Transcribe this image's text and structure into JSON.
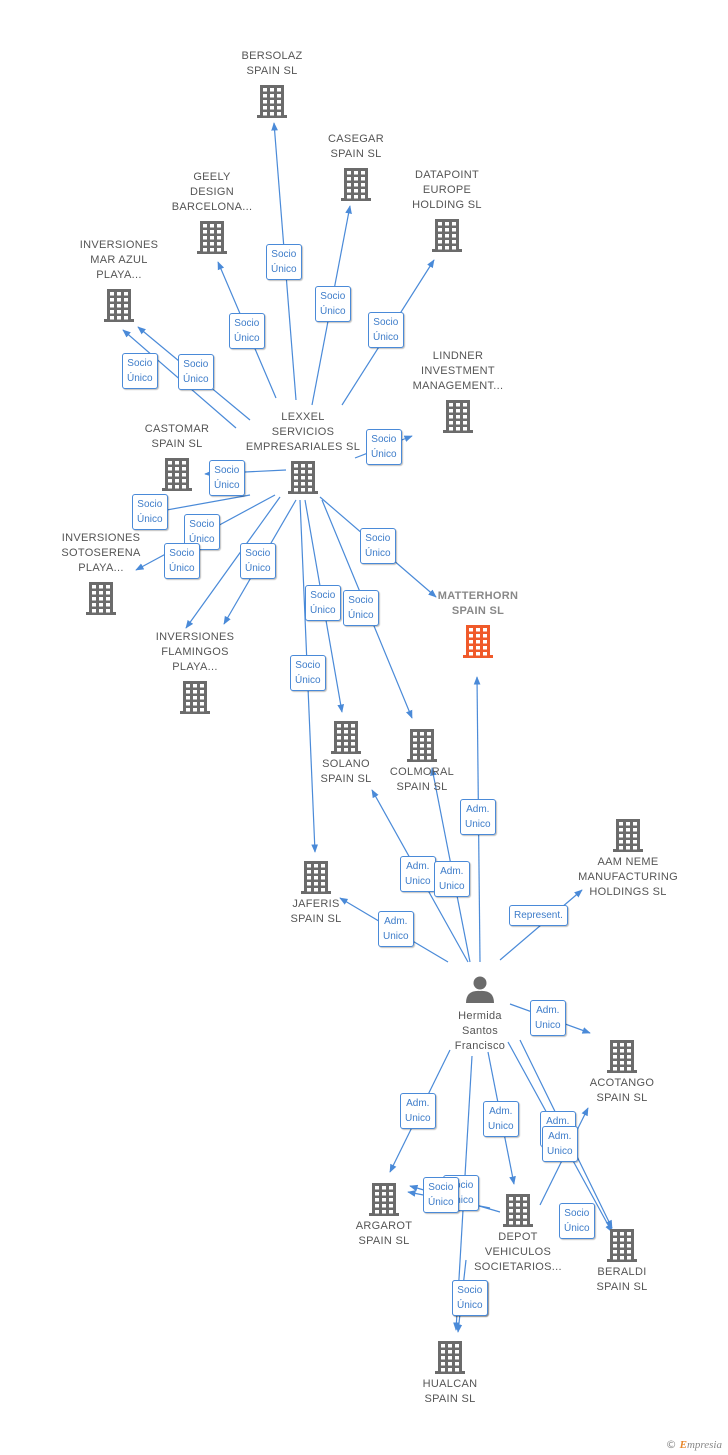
{
  "colors": {
    "edge": "#4a8ad8",
    "building": "#6b6b6b",
    "highlight": "#f05a2a",
    "person": "#6b6b6b"
  },
  "credit": {
    "copyright": "©",
    "brand_initial": "E",
    "brand_rest": "mpresia"
  },
  "nodes": [
    {
      "id": "bersolaz",
      "type": "company",
      "label": "BERSOLAZ\nSPAIN SL"
    },
    {
      "id": "casegar",
      "type": "company",
      "label": "CASEGAR\nSPAIN SL"
    },
    {
      "id": "geely",
      "type": "company",
      "label": "GEELY\nDESIGN\nBARCELONA..."
    },
    {
      "id": "datapoint",
      "type": "company",
      "label": "DATAPOINT\nEUROPE\nHOLDING SL"
    },
    {
      "id": "marazul",
      "type": "company",
      "label": "INVERSIONES\nMAR AZUL\nPLAYA..."
    },
    {
      "id": "lindner",
      "type": "company",
      "label": "LINDNER\nINVESTMENT\nMANAGEMENT..."
    },
    {
      "id": "castomar",
      "type": "company",
      "label": "CASTOMAR\nSPAIN SL"
    },
    {
      "id": "lexxel",
      "type": "company",
      "label": "LEXXEL\nSERVICIOS\nEMPRESARIALES SL"
    },
    {
      "id": "sotoserena",
      "type": "company",
      "label": "INVERSIONES\nSOTOSERENA\nPLAYA..."
    },
    {
      "id": "matterhorn",
      "type": "company",
      "label": "MATTERHORN\nSPAIN SL",
      "highlight": true
    },
    {
      "id": "flamingos",
      "type": "company",
      "label": "INVERSIONES\nFLAMINGOS\nPLAYA..."
    },
    {
      "id": "solano",
      "type": "company",
      "label": "SOLANO\nSPAIN SL"
    },
    {
      "id": "colmoral",
      "type": "company",
      "label": "COLMORAL\nSPAIN SL"
    },
    {
      "id": "aamneme",
      "type": "company",
      "label": "AAM NEME\nMANUFACTURING\nHOLDINGS SL"
    },
    {
      "id": "jaferis",
      "type": "company",
      "label": "JAFERIS\nSPAIN SL"
    },
    {
      "id": "hermida",
      "type": "person",
      "label": "Hermida\nSantos\nFrancisco"
    },
    {
      "id": "acotango",
      "type": "company",
      "label": "ACOTANGO\nSPAIN SL"
    },
    {
      "id": "argarot",
      "type": "company",
      "label": "ARGAROT\nSPAIN SL"
    },
    {
      "id": "depot",
      "type": "company",
      "label": "DEPOT\nVEHICULOS\nSOCIETARIOS..."
    },
    {
      "id": "beraldi",
      "type": "company",
      "label": "BERALDI\nSPAIN SL"
    },
    {
      "id": "hualcan",
      "type": "company",
      "label": "HUALCAN\nSPAIN SL"
    }
  ],
  "edges": [
    {
      "from": "lexxel",
      "to": "bersolaz",
      "label": "Socio\nÚnico"
    },
    {
      "from": "lexxel",
      "to": "casegar",
      "label": "Socio\nÚnico"
    },
    {
      "from": "lexxel",
      "to": "geely",
      "label": "Socio\nÚnico"
    },
    {
      "from": "lexxel",
      "to": "datapoint",
      "label": "Socio\nÚnico"
    },
    {
      "from": "lexxel",
      "to": "marazul",
      "label": "Socio\nÚnico"
    },
    {
      "from": "lexxel",
      "to": "marazul",
      "label": "Socio\nÚnico"
    },
    {
      "from": "lexxel",
      "to": "lindner",
      "label": "Socio\nÚnico"
    },
    {
      "from": "lexxel",
      "to": "castomar",
      "label": "Socio\nÚnico"
    },
    {
      "from": "lexxel",
      "to": "sotoserena",
      "label": "Socio\nÚnico"
    },
    {
      "from": "lexxel",
      "to": "sotoserena",
      "label": "Socio\nÚnico"
    },
    {
      "from": "lexxel",
      "to": "flamingos",
      "label": "Socio\nÚnico"
    },
    {
      "from": "lexxel",
      "to": "flamingos",
      "label": "Socio\nÚnico"
    },
    {
      "from": "lexxel",
      "to": "matterhorn",
      "label": "Socio\nÚnico"
    },
    {
      "from": "lexxel",
      "to": "solano",
      "label": "Socio\nÚnico"
    },
    {
      "from": "lexxel",
      "to": "colmoral",
      "label": "Socio\nÚnico"
    },
    {
      "from": "lexxel",
      "to": "jaferis",
      "label": "Socio\nÚnico"
    },
    {
      "from": "hermida",
      "to": "matterhorn",
      "label": "Adm.\nUnico"
    },
    {
      "from": "hermida",
      "to": "aamneme",
      "label": "Represent."
    },
    {
      "from": "hermida",
      "to": "solano",
      "label": "Adm.\nUnico"
    },
    {
      "from": "hermida",
      "to": "colmoral",
      "label": "Adm.\nUnico"
    },
    {
      "from": "hermida",
      "to": "jaferis",
      "label": "Adm.\nUnico"
    },
    {
      "from": "hermida",
      "to": "acotango",
      "label": "Adm.\nUnico"
    },
    {
      "from": "hermida",
      "to": "argarot",
      "label": "Adm.\nUnico"
    },
    {
      "from": "hermida",
      "to": "depot",
      "label": "Adm.\nUnico"
    },
    {
      "from": "hermida",
      "to": "beraldi",
      "label": "Adm.\nUnico"
    },
    {
      "from": "hermida",
      "to": "beraldi",
      "label": "Adm.\nUnico"
    },
    {
      "from": "hermida",
      "to": "hualcan",
      "label": "Socio\nÚnico"
    },
    {
      "from": "depot",
      "to": "argarot",
      "label": "Socio\nÚnico"
    },
    {
      "from": "depot",
      "to": "argarot",
      "label": "Socio\nÚnico"
    },
    {
      "from": "depot",
      "to": "hualcan",
      "label": "Socio\nÚnico"
    },
    {
      "from": "depot",
      "to": "acotango",
      "label": "Socio\nÚnico"
    }
  ]
}
